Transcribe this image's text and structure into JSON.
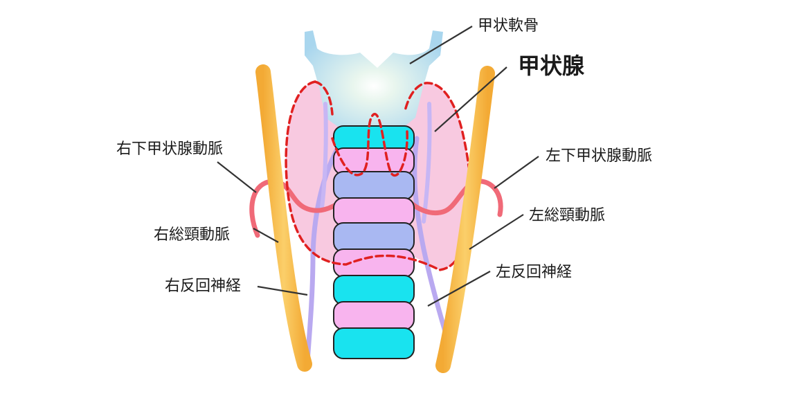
{
  "labels": {
    "thyroid_cartilage": "甲状軟骨",
    "thyroid_gland": "甲状腺",
    "right_inferior_thyroid_artery": "右下甲状腺動脈",
    "left_inferior_thyroid_artery": "左下甲状腺動脈",
    "right_common_carotid_artery": "右総頸動脈",
    "left_common_carotid_artery": "左総頸動脈",
    "right_recurrent_laryngeal_nerve": "右反回神経",
    "left_recurrent_laryngeal_nerve": "左反回神経"
  },
  "colors": {
    "carotid": "#f7bd4f",
    "thyroid_fill": "#f7c4dd",
    "thyroid_outline": "#e02020",
    "artery": "#f06a78",
    "nerve": "#b9a9f0",
    "cartilage": "#bfe3f2",
    "ring_cyan": "#19e3ef",
    "ring_pink": "#f8b4ee",
    "ring_blue": "#a9b8f2"
  }
}
